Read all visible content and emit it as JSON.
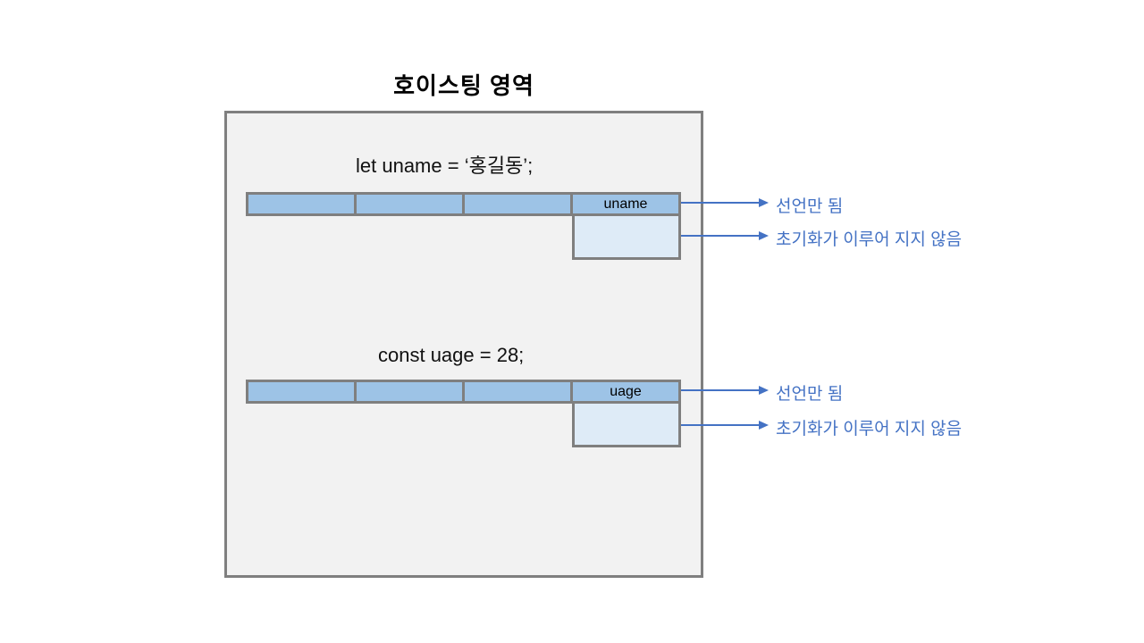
{
  "title": "호이스팅 영역",
  "colors": {
    "cellFill": "#9DC3E6",
    "valueFill": "#DEEBF7",
    "border": "#7F7F7F",
    "arrow": "#4472C4",
    "labelText": "#4472C4",
    "boxBg": "#F2F2F2"
  },
  "blocks": [
    {
      "code": "let uname = ‘홍길동’;",
      "var_name": "uname",
      "annotations": [
        "선언만 됨",
        "초기화가 이루어 지지 않음"
      ]
    },
    {
      "code": "const uage = 28;",
      "var_name": "uage",
      "annotations": [
        "선언만 됨",
        "초기화가 이루어 지지 않음"
      ]
    }
  ]
}
